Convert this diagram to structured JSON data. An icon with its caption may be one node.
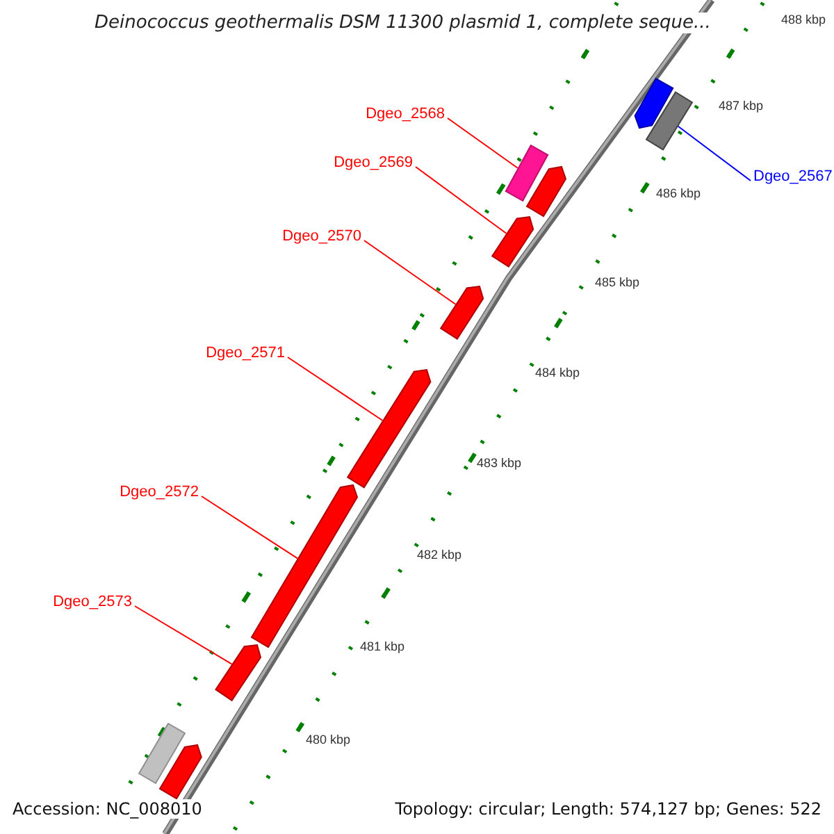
{
  "diagram": {
    "title": "Deinococcus geothermalis DSM 11300 plasmid 1, complete seque...",
    "nodes": [
      {
        "text": [
          "Dgeo_2568"
        ]
      },
      {
        "text": [
          "Dgeo_2567"
        ]
      },
      {
        "text": [
          "Dgeo_2569"
        ]
      },
      {
        "text": [
          "Dgeo_2570"
        ]
      },
      {
        "text": [
          "Dgeo_2571"
        ]
      },
      {
        "text": [
          "Dgeo_2572"
        ]
      },
      {
        "text": [
          "Dgeo_2573"
        ]
      },
      {
        "text": [],
        "shape": "arrow"
      },
      {
        "text": [],
        "shape": "bar"
      },
      {
        "text": [],
        "shape": "bar"
      },
      {
        "text": [],
        "shape": "arrow"
      },
      {
        "text": [],
        "shape": "arrow"
      },
      {
        "text": [],
        "shape": "arrow"
      },
      {
        "text": [],
        "shape": "arrow"
      },
      {
        "text": [],
        "shape": "arrow"
      },
      {
        "text": [],
        "shape": "arrow"
      },
      {
        "text": [],
        "shape": "bar"
      },
      {
        "text": [],
        "shape": "arrow"
      }
    ],
    "edges": [
      {
        "from": 0,
        "to": 9,
        "arrow": "none"
      },
      {
        "from": 1,
        "to": 8,
        "arrow": "none",
        "color": "#0000ff"
      },
      {
        "from": 2,
        "to": 11,
        "arrow": "none"
      },
      {
        "from": 3,
        "to": 12,
        "arrow": "none"
      },
      {
        "from": 4,
        "to": 13,
        "arrow": "none"
      },
      {
        "from": 5,
        "to": 14,
        "arrow": "none"
      },
      {
        "from": 6,
        "to": 15,
        "arrow": "none"
      }
    ],
    "labels": [
      "488 kbp",
      "487 kbp",
      "486 kbp",
      "485 kbp",
      "484 kbp",
      "483 kbp",
      "482 kbp",
      "481 kbp",
      "480 kbp",
      "Accession: NC_008010",
      "Topology: circular; Length: 574,127 bp; Genes: 522"
    ]
  }
}
